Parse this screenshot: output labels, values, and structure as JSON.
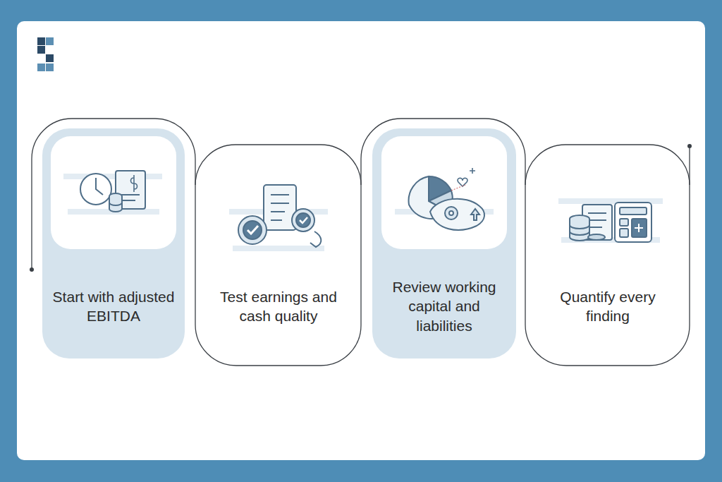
{
  "diagram": {
    "nodes": [
      {
        "text": [
          "Start with adjusted EBITDA"
        ]
      },
      {
        "text": [
          "Test earnings and cash quality"
        ]
      },
      {
        "text": [
          "Review working capital and liabilities"
        ]
      },
      {
        "text": [
          "Quantify every finding"
        ]
      }
    ]
  }
}
